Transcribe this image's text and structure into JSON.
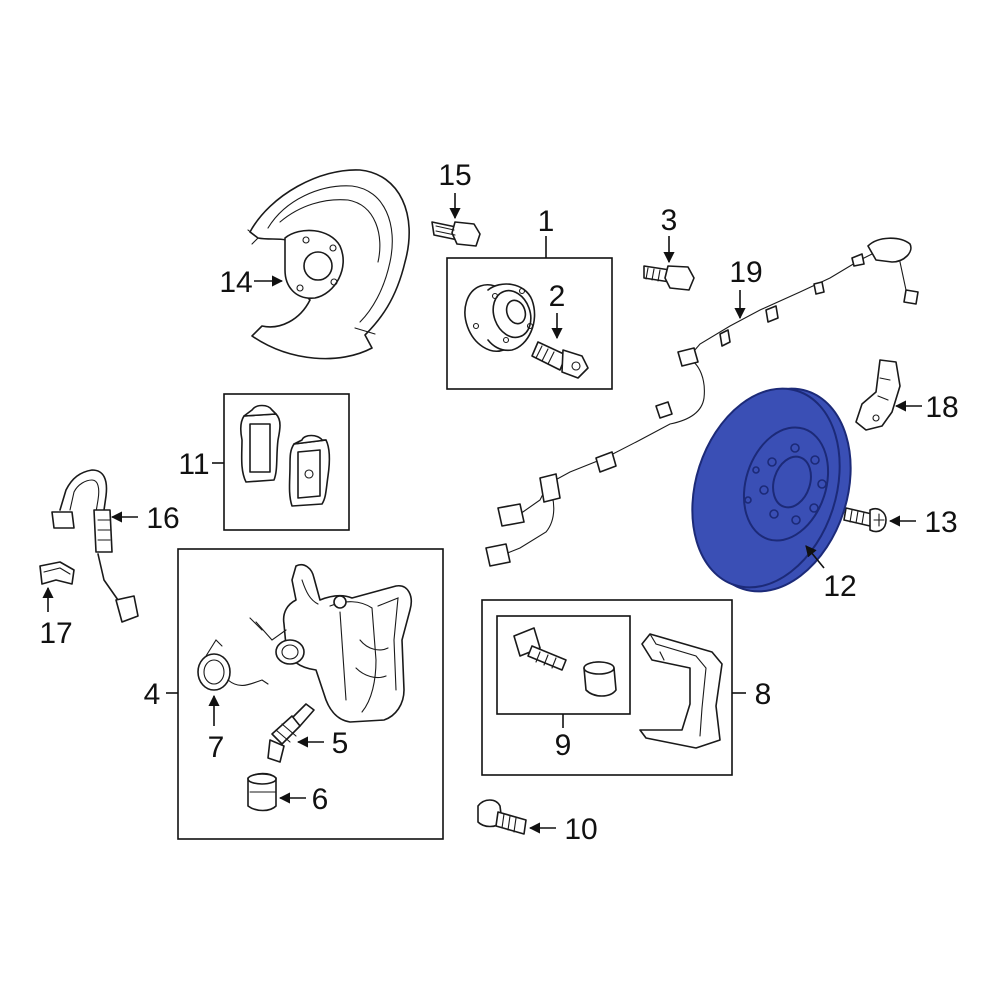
{
  "callouts": {
    "c1": "1",
    "c2": "2",
    "c3": "3",
    "c4": "4",
    "c5": "5",
    "c6": "6",
    "c7": "7",
    "c8": "8",
    "c9": "9",
    "c10": "10",
    "c11": "11",
    "c12": "12",
    "c13": "13",
    "c14": "14",
    "c15": "15",
    "c16": "16",
    "c17": "17",
    "c18": "18",
    "c19": "19"
  },
  "colors": {
    "highlight": "#3a4fb5",
    "line": "#111111",
    "highlight_stroke": "#1c2a78"
  },
  "highlighted_part": "12"
}
